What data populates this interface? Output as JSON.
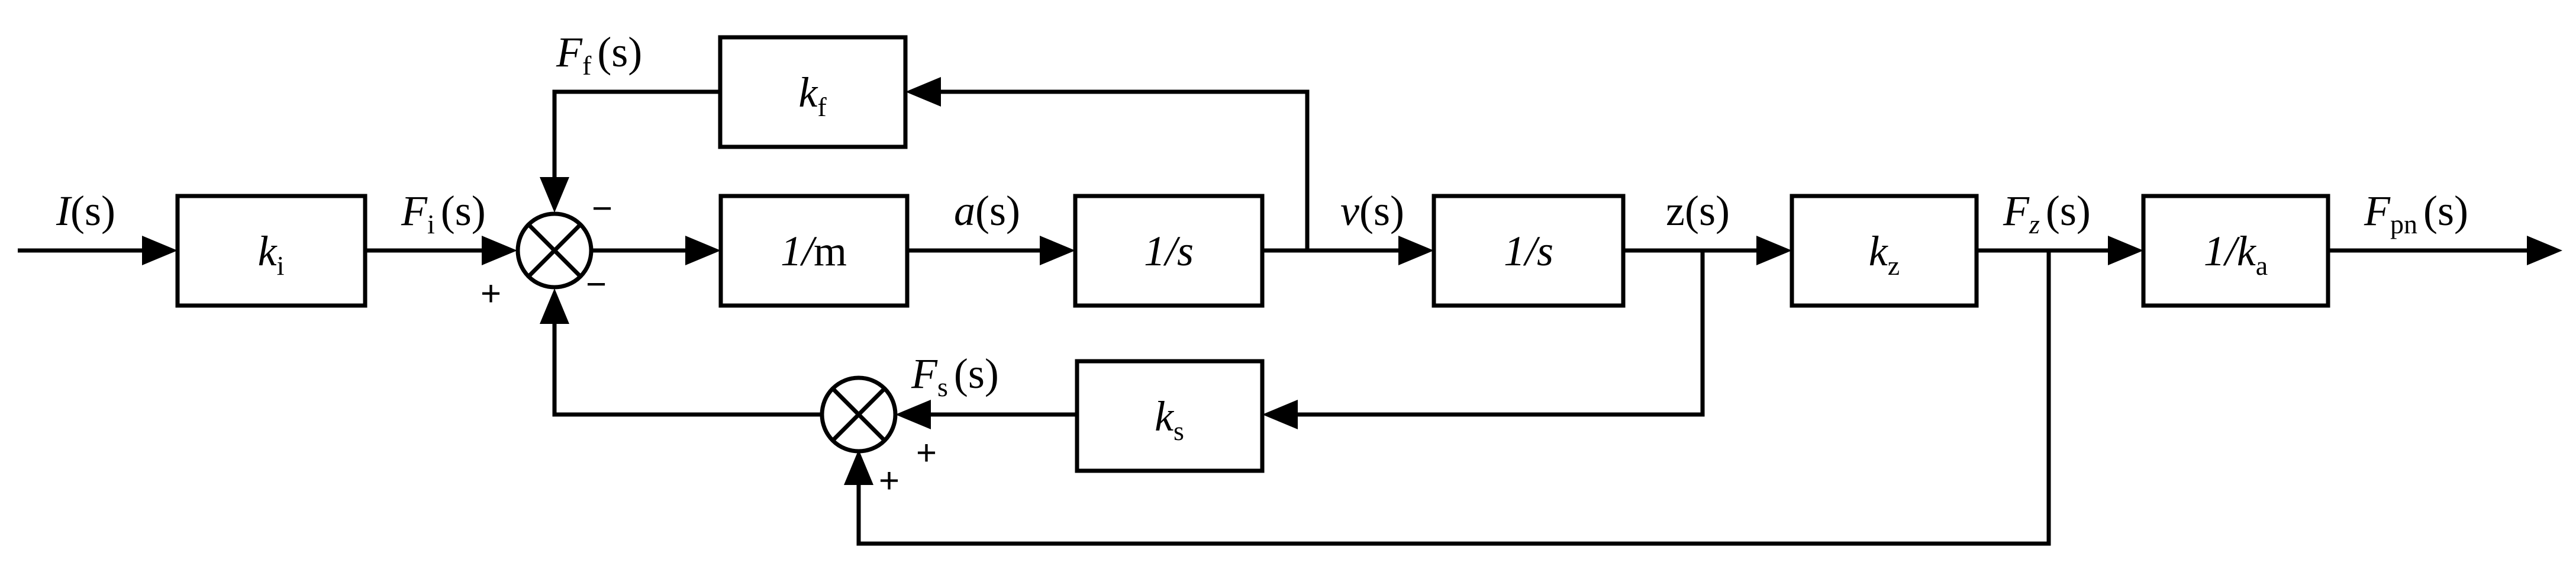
{
  "blocks": {
    "ki": {
      "main": "k",
      "sub": "i"
    },
    "kf": {
      "main": "k",
      "sub": "f"
    },
    "inv_m": {
      "pre": "1/",
      "main": "m"
    },
    "int1": {
      "pre": "1/",
      "main": "s"
    },
    "int2": {
      "pre": "1/",
      "main": "s"
    },
    "kz": {
      "main": "k",
      "sub": "z"
    },
    "ks": {
      "main": "k",
      "sub": "s"
    },
    "inv_ka": {
      "pre": "1/",
      "main": "k",
      "sub": "a"
    }
  },
  "signals": {
    "input": {
      "main": "I",
      "rest": "(s)"
    },
    "fi": {
      "main": "F",
      "sub": "i",
      "rest": "(s)"
    },
    "ff": {
      "main": "F",
      "sub": "f",
      "rest": "(s)"
    },
    "accel": {
      "main": "a",
      "rest": "(s)"
    },
    "vel": {
      "main": "v",
      "rest": "(s)"
    },
    "disp": {
      "main": "z",
      "rest": "(s)"
    },
    "fz": {
      "main": "F",
      "sub": "z",
      "rest": "(s)"
    },
    "fpn": {
      "main": "F",
      "sub": "pn",
      "rest": "(s)"
    },
    "fs": {
      "main": "F",
      "sub": "s",
      "rest": "(s)"
    }
  },
  "signs": {
    "sum1_top": "−",
    "sum1_bottom_right": "−",
    "sum1_bottom_left": "+",
    "sum2_right": "+",
    "sum2_bottom": "+"
  }
}
